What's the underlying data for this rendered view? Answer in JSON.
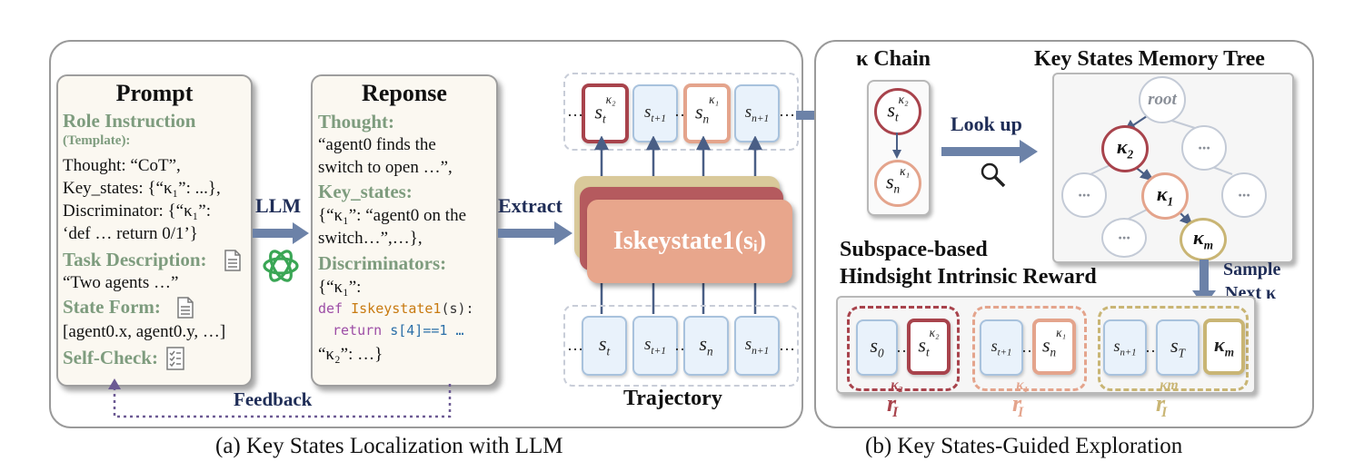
{
  "left_panel": {
    "caption": "(a) Key States Localization with LLM",
    "prompt_card": {
      "title": "Prompt",
      "role_instruction": "Role Instruction",
      "template": "(Template):",
      "line_thought": "Thought: “CoT”,",
      "line_key_states": "Key_states: {“κ₁”: ...},",
      "line_discriminator": "Discriminator: {“κ₁”:",
      "line_def": "‘def … return 0/1’}",
      "task_description": "Task Description:",
      "task_text": "“Two agents …”",
      "state_form": "State Form:",
      "state_text": "[agent0.x, agent0.y, …]",
      "self_check": "Self-Check:"
    },
    "llm_label": "LLM",
    "response_card": {
      "title": "Reponse",
      "thought": "Thought:",
      "thought_l1": "“agent0 finds the",
      "thought_l2": "switch to open …”,",
      "key_states": "Key_states:",
      "ks_l1": "{“κ₁”: “agent0 on the",
      "ks_l2": "switch…”,…},",
      "discriminators": "Discriminators:",
      "d_l1": "{“κ₁”:",
      "d_def": "def",
      "d_fn": "Iskeystate1",
      "d_arg": "(s):",
      "d_return": "return",
      "d_expr": "s[4]==1 …",
      "d_l4": "“κ₂”: …}"
    },
    "feedback_label": "Feedback",
    "extract_label": "Extract",
    "function_label": "Iskeystate1(sᵢ)",
    "trajectory_label": "Trajectory"
  },
  "right_panel": {
    "caption": "(b) Key States-Guided Exploration",
    "chain_title": "κ Chain",
    "lookup_label": "Look up",
    "tree_title": "Key States Memory Tree",
    "tree_root": "root",
    "tree_dots": "···",
    "sample_label_1": "Sample",
    "sample_label_2": "Next κ",
    "reward_title_1": "Subspace-based",
    "reward_title_2": "Hindsight Intrinsic Reward"
  },
  "colors": {
    "red": "#a8434c",
    "salmon": "#e4a48c",
    "gold": "#c9b574",
    "arrow": "#6c82a8",
    "green_text": "#7e9c7e",
    "navy": "#1f2d57"
  }
}
